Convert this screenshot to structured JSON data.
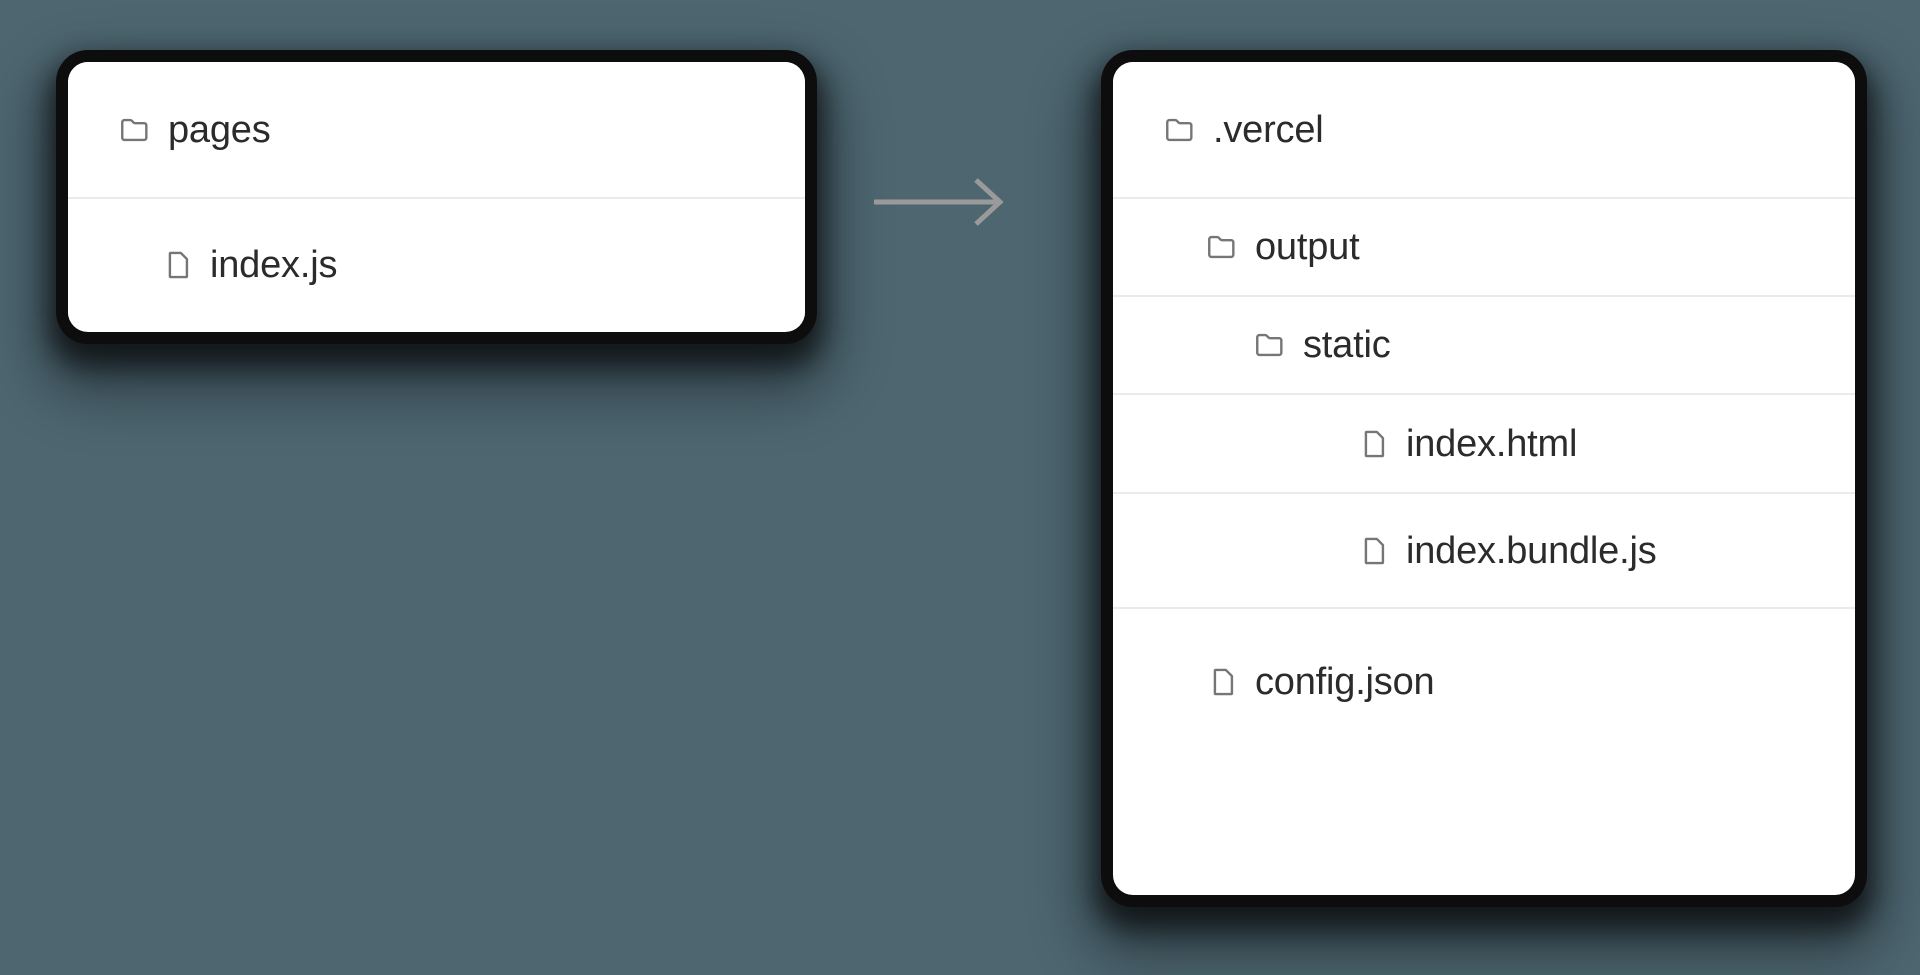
{
  "canvas": {
    "background_color": "#4d6670",
    "card_background": "#ffffff",
    "card_border_color": "#0d0d0d",
    "divider_color": "#ebebeb",
    "text_color": "#2b2b2b",
    "icon_color": "#767676",
    "arrow_color": "#9a9a9a"
  },
  "arrow": {
    "icon": "arrow-right-icon",
    "direction": "right"
  },
  "source_card": {
    "name": "source-file-tree",
    "rows": [
      {
        "label": "pages",
        "icon": "folder-icon",
        "type": "folder",
        "depth": 0
      },
      {
        "label": "index.js",
        "icon": "file-icon",
        "type": "file",
        "depth": 1
      }
    ]
  },
  "output_card": {
    "name": "output-file-tree",
    "rows": [
      {
        "label": ".vercel",
        "icon": "folder-icon",
        "type": "folder",
        "depth": 0
      },
      {
        "label": "output",
        "icon": "folder-icon",
        "type": "folder",
        "depth": 1
      },
      {
        "label": "static",
        "icon": "folder-icon",
        "type": "folder",
        "depth": 2
      },
      {
        "label": "index.html",
        "icon": "file-icon",
        "type": "file",
        "depth": 3
      },
      {
        "label": "index.bundle.js",
        "icon": "file-icon",
        "type": "file",
        "depth": 3
      },
      {
        "label": "config.json",
        "icon": "file-icon",
        "type": "file",
        "depth": 1
      }
    ]
  }
}
